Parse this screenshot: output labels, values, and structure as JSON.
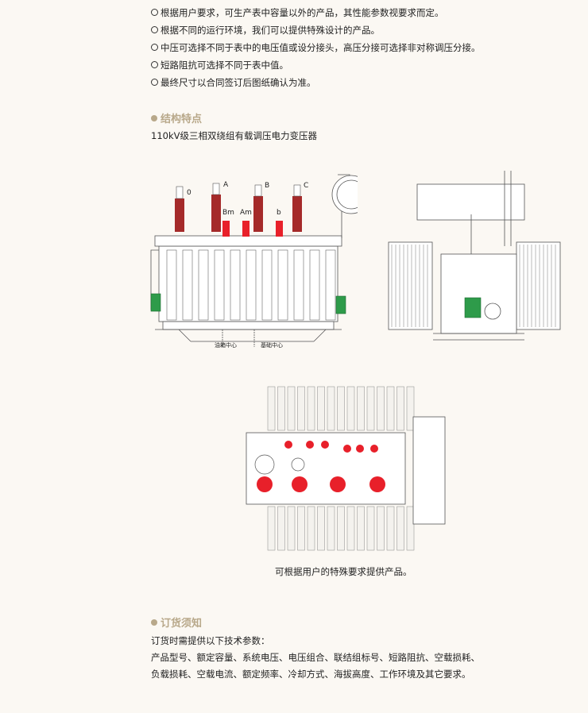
{
  "notes": [
    "根据用户要求，可生产表中容量以外的产品，其性能参数视要求而定。",
    "根据不同的运行环境，我们可以提供特殊设计的产品。",
    "中压可选择不同于表中的电压值或设分接头，高压分接可选择非对称调压分接。",
    "短路阻抗可选择不同于表中值。",
    "最终尺寸以合同签订后图纸确认为准。"
  ],
  "structure": {
    "title": "结构特点",
    "subtitle": "110kV级三相双绕组有载调压电力变压器"
  },
  "front_view": {
    "bushing_labels": {
      "o": "0",
      "a": "A",
      "b": "B",
      "c": "C",
      "bm": "Bm",
      "am": "Am",
      "bs": "b"
    },
    "center_labels": {
      "tank": "油箱中心",
      "base": "基础中心"
    }
  },
  "caption": "可根据用户的特殊要求提供产品。",
  "order": {
    "title": "订货须知",
    "intro": "订货时需提供以下技术参数：",
    "line1": "产品型号、额定容量、系统电压、电压组合、联结组标号、短路阻抗、空载损耗、",
    "line2": "负载损耗、空载电流、额定频率、冷却方式、海拔高度、工作环境及其它要求。"
  },
  "colors": {
    "accent": "#b8a88a",
    "bushing_dark": "#a52a2a",
    "bushing_red": "#e8202a",
    "cabinet_green": "#2e9b4a",
    "line": "#555555"
  }
}
